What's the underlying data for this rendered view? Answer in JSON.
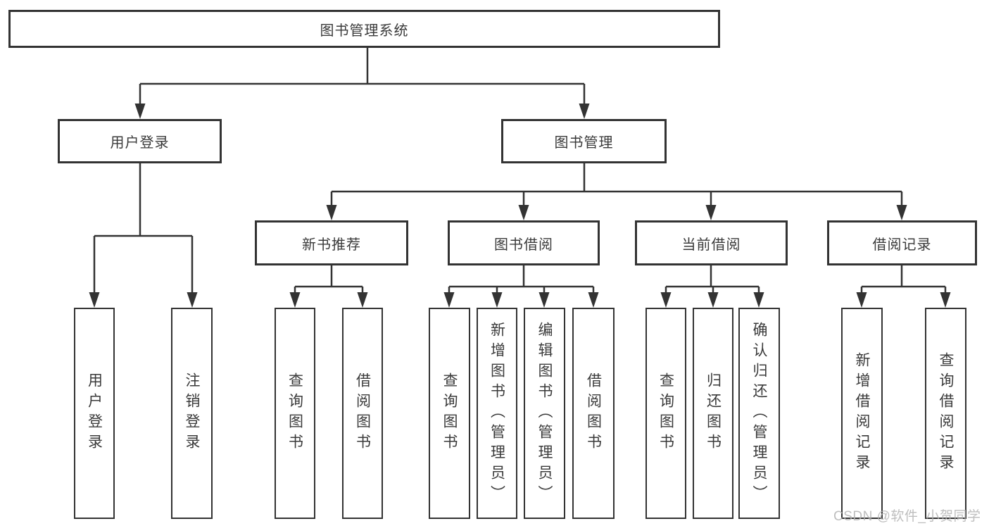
{
  "diagram": {
    "title": "图书管理系统",
    "nodes": {
      "root": "图书管理系统",
      "user_login_branch": "用户登录",
      "book_mgmt_branch": "图书管理",
      "new_book_rec": "新书推荐",
      "book_borrow": "图书借阅",
      "current_borrow": "当前借阅",
      "borrow_record": "借阅记录",
      "leaf_user_login": "用户登录",
      "leaf_logout": "注销登录",
      "leaf_query_books_rec": "查询图书",
      "leaf_borrow_books_rec": "借阅图书",
      "leaf_query_books_borrow": "查询图书",
      "leaf_add_books_admin": "新增图书（管理员）",
      "leaf_edit_books_admin": "编辑图书（管理员）",
      "leaf_borrow_books_borrow": "借阅图书",
      "leaf_query_books_current": "查询图书",
      "leaf_return_books": "归还图书",
      "leaf_confirm_return_admin": "确认归还（管理员）",
      "leaf_add_borrow_record": "新增借阅记录",
      "leaf_query_borrow_record": "查询借阅记录"
    },
    "watermark": "CSDN @软件_小贺同学",
    "colors": {
      "line": "#333333",
      "text": "#3a3a3a",
      "watermark": "#b3b3b3",
      "background": "#ffffff"
    }
  }
}
